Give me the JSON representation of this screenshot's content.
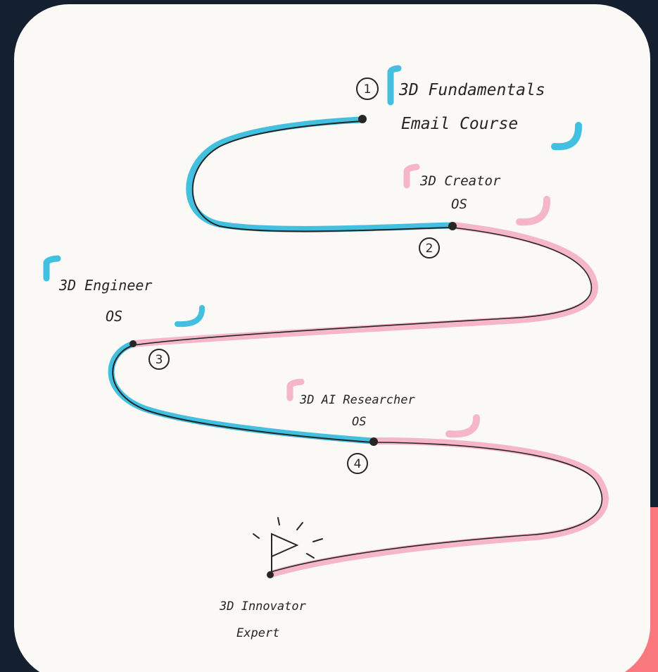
{
  "colors": {
    "background": "#14202f",
    "paper": "#faf9f6",
    "accent_corner": "#f9787e",
    "blue_segment": "#43bfe0",
    "pink_segment": "#f6b6c9",
    "ink": "#262626"
  },
  "milestones": [
    {
      "number": "1",
      "lines": [
        "3D Fundamentals",
        "Email Course"
      ],
      "bracket_color": "blue"
    },
    {
      "number": "2",
      "lines": [
        "3D Creator",
        "OS"
      ],
      "bracket_color": "pink"
    },
    {
      "number": "3",
      "lines": [
        "3D Engineer",
        "OS"
      ],
      "bracket_color": "blue"
    },
    {
      "number": "4",
      "lines": [
        "3D AI Researcher",
        "OS"
      ],
      "bracket_color": "pink"
    }
  ],
  "destination": {
    "lines": [
      "3D Innovator",
      "Expert"
    ],
    "icon": "flag-icon"
  }
}
